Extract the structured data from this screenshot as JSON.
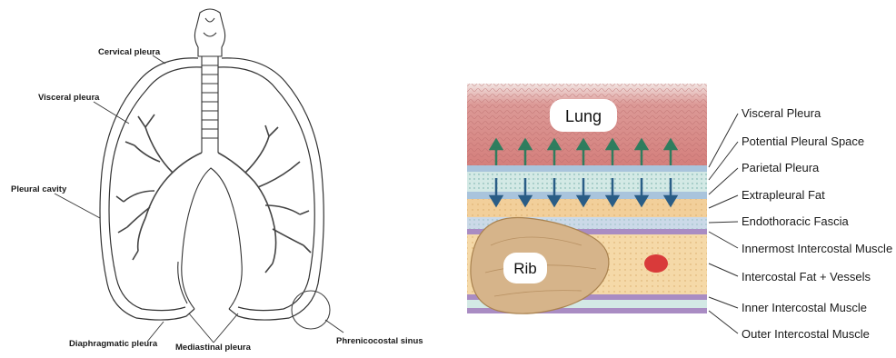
{
  "left_diagram": {
    "labels": {
      "cervical": "Cervical pleura",
      "visceral": "Visceral  pleura",
      "cavity": "Pleural cavity",
      "diaphragmatic": "Diaphragmatic  pleura",
      "mediastinal": "Mediastinal pleura",
      "sinus": "Phrenicocostal sinus"
    }
  },
  "right_diagram": {
    "lung_label": "Lung",
    "rib_label": "Rib",
    "layers": [
      "Visceral Pleura",
      "Potential Pleural Space",
      "Parietal Pleura",
      "Extrapleural Fat",
      "Endothoracic Fascia",
      "Innermost Intercostal Muscle",
      "Intercostal Fat + Vessels",
      "Inner Intercostal Muscle",
      "Outer Intercostal Muscle"
    ],
    "colors": {
      "lung": "#d88c8a",
      "pleura_band": "#a9c4dc",
      "pleural_space": "#cfe5e2",
      "fat": "#f2cf9a",
      "fascia": "#cbd9e8",
      "muscle": "#a98cc3",
      "rib": "#d6b48a",
      "vessel": "#d93a3a",
      "arrow": "#2f7d5e"
    }
  }
}
